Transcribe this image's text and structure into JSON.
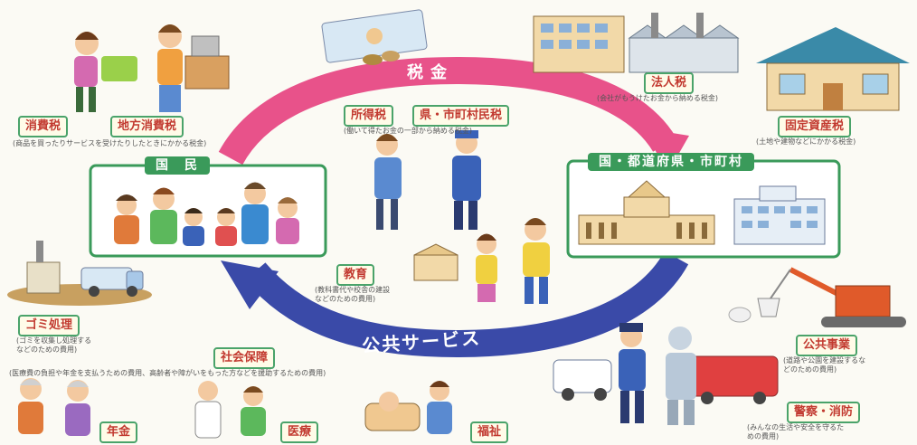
{
  "flows": {
    "tax": "税金",
    "public_service": "公共サービス"
  },
  "groups": {
    "citizens": "国　民",
    "government": "国・都道府県・市町村"
  },
  "taxes": {
    "consumption": "消費税",
    "local_consumption": "地方消費税",
    "consumption_caption": "(商品を買ったりサービスを受けたりしたときにかかる税金)",
    "corporate": "法人税",
    "corporate_caption": "(会社がもうけたお金から納める税金)",
    "fixed_asset": "固定資産税",
    "fixed_asset_caption": "(土地や建物などにかかる税金)",
    "income": "所得税",
    "resident": "県・市町村民税",
    "income_caption": "(働いて得たお金の一部から納める税金)"
  },
  "services": {
    "education": "教育",
    "education_caption_1": "(教科書代や校舎の建設",
    "education_caption_2": "などのための費用)",
    "garbage": "ゴミ処理",
    "garbage_caption_1": "(ゴミを収集し処理する",
    "garbage_caption_2": "などのための費用)",
    "social_security": "社会保障",
    "social_security_caption": "(医療費の負担や年金を支払うための費用、高齢者や障がいをもった方などを援助するための費用)",
    "pension": "年金",
    "medical": "医療",
    "welfare": "福祉",
    "public_works": "公共事業",
    "public_works_caption_1": "(道路や公園を建設するな",
    "public_works_caption_2": "どのための費用)",
    "police_fire": "警察・消防",
    "police_fire_caption_1": "(みんなの生活や安全を守るた",
    "police_fire_caption_2": "めの費用)"
  },
  "colors": {
    "tax_arrow": "#e8528a",
    "service_arrow": "#3a4aa8",
    "box_border": "#3a9a5a",
    "label_text": "#c23a30"
  }
}
